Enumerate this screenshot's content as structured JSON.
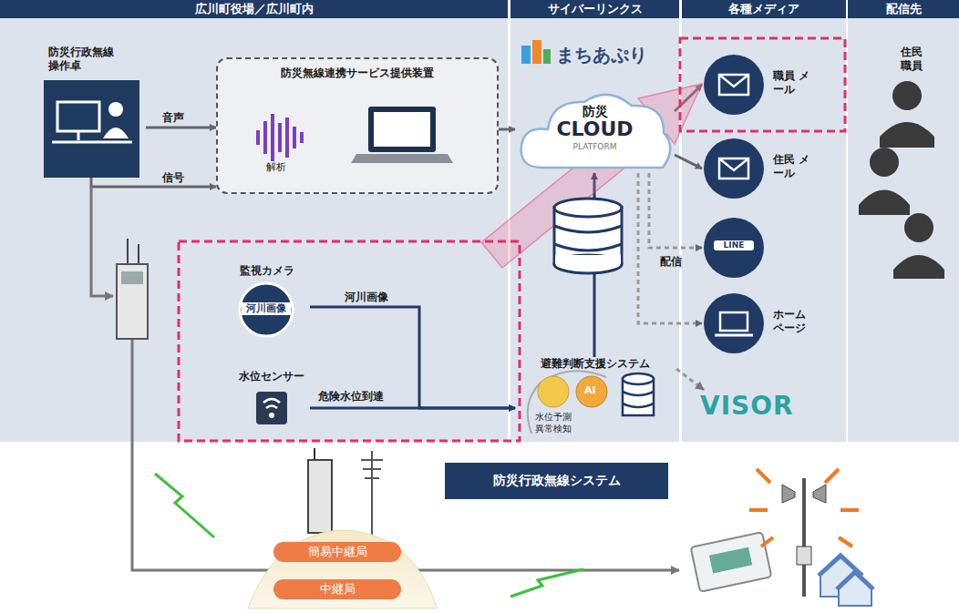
{
  "diagram": {
    "nodes": [
      {
        "text": [
          "広川町役場／広川町内"
        ]
      },
      {
        "text": [
          "サイバーリンクス"
        ]
      },
      {
        "text": [
          "各種メディア"
        ]
      },
      {
        "text": [
          "配信先",
          "住民 職員"
        ]
      },
      {
        "text": [
          "防災行政無線操作卓"
        ],
        "in": 0
      },
      {
        "text": [
          "防災無線連携サービス提供装置",
          "解析"
        ],
        "in": 0
      },
      {
        "text": [
          "監視カメラ",
          "河川画像"
        ],
        "in": 0
      },
      {
        "text": [
          "水位センサー"
        ],
        "in": 0
      },
      {
        "text": [
          "防災",
          "CLOUD",
          "PLATFORM"
        ],
        "in": 1
      },
      {
        "text": [
          "避難判断支援システム",
          "水位予測 異常検知"
        ],
        "in": 1
      },
      {
        "text": [
          "職員 メール"
        ],
        "in": 2
      },
      {
        "text": [
          "住民 メール"
        ],
        "in": 2
      },
      {
        "text": [
          "LINE"
        ],
        "in": 2
      },
      {
        "text": [
          "ホームページ"
        ],
        "in": 2
      },
      {
        "text": [
          "防災行政無線システム"
        ]
      },
      {
        "text": [
          "簡易中継局"
        ]
      },
      {
        "text": [
          "中継局"
        ]
      }
    ],
    "edges": [
      {
        "from": 4,
        "to": 5,
        "label": "音声",
        "arrow": "to"
      },
      {
        "from": 4,
        "to": 5,
        "label": "信号",
        "arrow": "to"
      },
      {
        "from": 5,
        "to": 8,
        "arrow": "to"
      },
      {
        "from": 8,
        "to": 10,
        "arrow": "to"
      },
      {
        "from": 8,
        "to": 11,
        "arrow": "to"
      },
      {
        "from": 8,
        "to": 12,
        "label": "配信",
        "arrow": "to"
      },
      {
        "from": 8,
        "to": 13,
        "arrow": "to"
      },
      {
        "from": 6,
        "to": 9,
        "label": "河川画像",
        "arrow": "to"
      },
      {
        "from": 7,
        "to": 9,
        "label": "危険水位到達",
        "arrow": "to"
      },
      {
        "from": 9,
        "to": 8,
        "arrow": "to"
      }
    ],
    "labels": [
      "まちあぷり",
      "AI",
      "VISOR"
    ]
  }
}
